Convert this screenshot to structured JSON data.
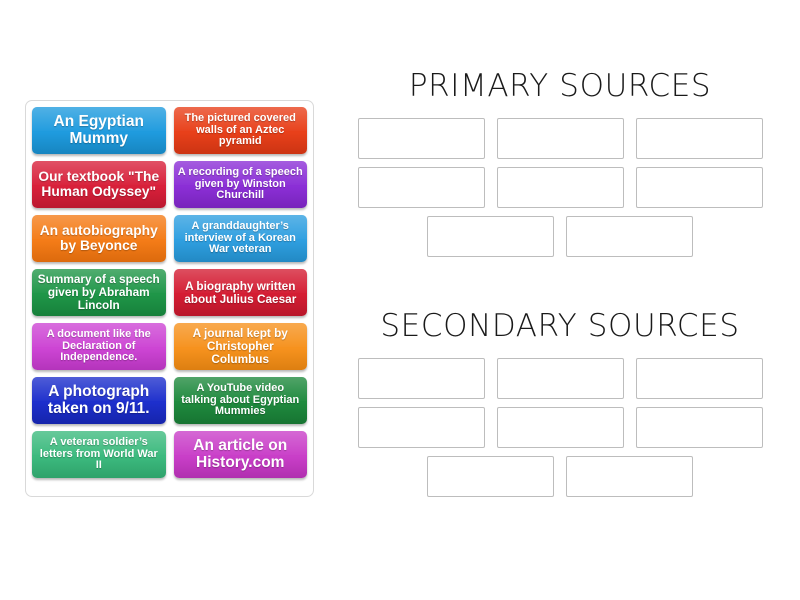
{
  "activity": {
    "type": "group-sort",
    "tiles": [
      {
        "label": "An Egyptian Mummy",
        "color": "#1f9bde",
        "color_dark": "#1785c0",
        "size": "fs-15"
      },
      {
        "label": "The pictured covered walls of an Aztec pyramid",
        "color": "#e8401a",
        "color_dark": "#cc3413",
        "size": "fs-11"
      },
      {
        "label": "Our textbook \"The Human Odyssey\"",
        "color": "#d8203a",
        "color_dark": "#bb1830",
        "size": "fs-14"
      },
      {
        "label": "A recording of a speech given by Winston Churchill",
        "color": "#8b2fd6",
        "color_dark": "#7824bb",
        "size": "fs-11"
      },
      {
        "label": "An autobiography by Beyonce",
        "color": "#f47c18",
        "color_dark": "#dc6a0d",
        "size": "fs-14"
      },
      {
        "label": "A granddaughter’s interview of a Korean War veteran",
        "color": "#2f9fe0",
        "color_dark": "#2289c4",
        "size": "fs-11"
      },
      {
        "label": "Summary of a speech given by Abraham Lincoln",
        "color": "#1f9648",
        "color_dark": "#17803b",
        "size": "fs-12"
      },
      {
        "label": "A biography written about Julius Caesar",
        "color": "#d41d33",
        "color_dark": "#b8162a",
        "size": "fs-12"
      },
      {
        "label": "A document like the Declaration of Independence.",
        "color": "#cd45d4",
        "color_dark": "#b434bb",
        "size": "fs-11"
      },
      {
        "label": "A journal kept by Christopher Columbus",
        "color": "#f6921e",
        "color_dark": "#dd7f11",
        "size": "fs-12"
      },
      {
        "label": "A photograph taken on 9/11.",
        "color": "#1d2fcc",
        "color_dark": "#1524ab",
        "size": "fs-15"
      },
      {
        "label": "A YouTube video talking about Egyptian Mummies",
        "color": "#1f8a3e",
        "color_dark": "#177432",
        "size": "fs-11"
      },
      {
        "label": "A veteran soldier’s letters from World War II",
        "color": "#3cba7e",
        "color_dark": "#2fa26b",
        "size": "fs-11"
      },
      {
        "label": "An article on History.com",
        "color": "#c93fc8",
        "color_dark": "#b02faf",
        "size": "fs-15"
      }
    ],
    "categories": [
      {
        "title": "PRIMARY SOURCES",
        "slot_rows": [
          [
            {
              "value": ""
            },
            {
              "value": ""
            },
            {
              "value": ""
            }
          ],
          [
            {
              "value": ""
            },
            {
              "value": ""
            },
            {
              "value": ""
            }
          ],
          [
            {
              "value": ""
            },
            {
              "value": ""
            }
          ]
        ]
      },
      {
        "title": "SECONDARY SOURCES",
        "slot_rows": [
          [
            {
              "value": ""
            },
            {
              "value": ""
            },
            {
              "value": ""
            }
          ],
          [
            {
              "value": ""
            },
            {
              "value": ""
            },
            {
              "value": ""
            }
          ],
          [
            {
              "value": ""
            },
            {
              "value": ""
            }
          ]
        ]
      }
    ]
  }
}
